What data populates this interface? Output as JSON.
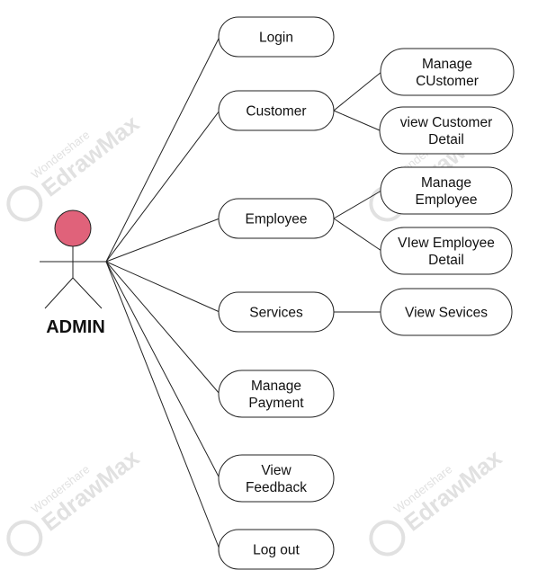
{
  "actor": {
    "label": "ADMIN",
    "head_color": "#e0627a"
  },
  "use_cases": [
    {
      "id": "login",
      "lines": [
        "Login"
      ]
    },
    {
      "id": "customer",
      "lines": [
        "Customer"
      ]
    },
    {
      "id": "employee",
      "lines": [
        "Employee"
      ]
    },
    {
      "id": "services",
      "lines": [
        "Services"
      ]
    },
    {
      "id": "manage-payment",
      "lines": [
        "Manage",
        "Payment"
      ]
    },
    {
      "id": "view-feedback",
      "lines": [
        "View",
        "Feedback"
      ]
    },
    {
      "id": "log-out",
      "lines": [
        "Log out"
      ]
    },
    {
      "id": "manage-customer",
      "lines": [
        "Manage",
        "CUstomer"
      ]
    },
    {
      "id": "view-customer-detail",
      "lines": [
        "view Customer",
        "Detail"
      ]
    },
    {
      "id": "manage-employee",
      "lines": [
        "Manage",
        "Employee"
      ]
    },
    {
      "id": "view-employee-detail",
      "lines": [
        "VIew Employee",
        "Detail"
      ]
    },
    {
      "id": "view-sevices",
      "lines": [
        "View Sevices"
      ]
    }
  ],
  "watermark": {
    "brand": "Wondershare",
    "product": "EdrawMax",
    "color": "#e1e1e1"
  }
}
